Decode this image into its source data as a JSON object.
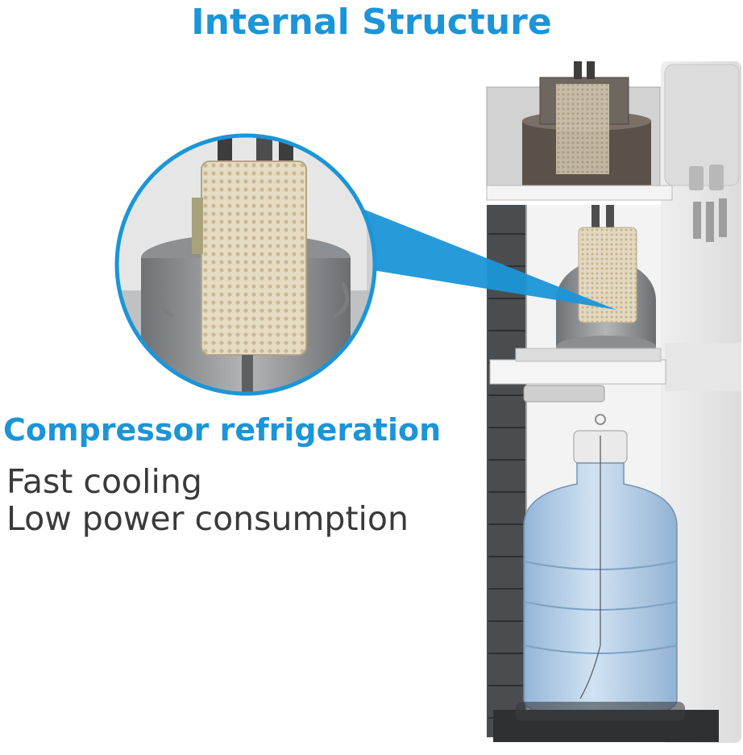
{
  "title": "Internal Structure",
  "heading": "Compressor refrigeration",
  "features": [
    "Fast cooling",
    "Low power consumption"
  ],
  "colors": {
    "accent": "#1b95d8",
    "text": "#3a3a3a"
  }
}
